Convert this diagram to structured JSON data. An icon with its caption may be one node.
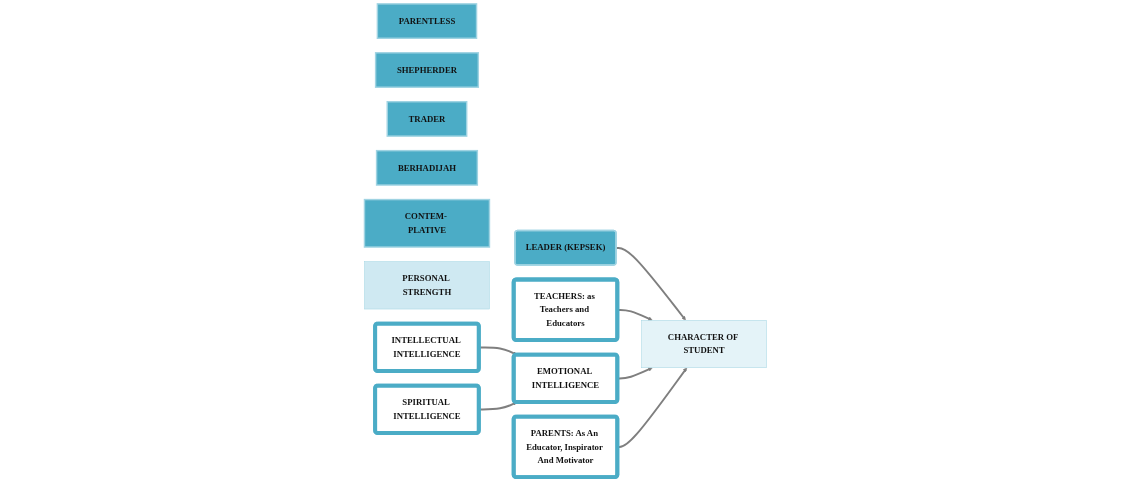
{
  "diagram": {
    "nodes": [
      {
        "text": [
          "PARENTLESS"
        ]
      },
      {
        "text": [
          "SHEPHERDER"
        ]
      },
      {
        "text": [
          "TRADER"
        ]
      },
      {
        "text": [
          "BERHADIJAH"
        ]
      },
      {
        "text": [
          "CONTEM- PLATIVE"
        ]
      },
      {
        "text": [
          "PERSONAL STRENGTH"
        ]
      },
      {
        "text": [
          "LEADER (KEPSEK)"
        ]
      },
      {
        "text": [
          "CHARACTER OF STUDENT"
        ]
      },
      {
        "text": [
          "TEACHERS: as Teachers and Educators"
        ]
      },
      {
        "text": [
          "INTELLECTUAL INTELLIGENCE"
        ]
      },
      {
        "text": [
          "EMOTIONAL INTELLIGENCE"
        ]
      },
      {
        "text": [
          "PARENTS: As An Educator, Inspirator And Motivator"
        ]
      },
      {
        "text": [
          "SPIRITUAL INTELLIGENCE"
        ]
      }
    ],
    "edges": [
      {
        "from": 6,
        "to": 7,
        "arrow": "to"
      },
      {
        "from": 8,
        "to": 7,
        "arrow": "to"
      },
      {
        "from": 9,
        "to": 10,
        "arrow": "to"
      },
      {
        "from": 10,
        "to": 7,
        "arrow": "to"
      },
      {
        "from": 11,
        "to": 7,
        "arrow": "to"
      },
      {
        "from": 12,
        "to": 10,
        "arrow": "to"
      }
    ]
  }
}
